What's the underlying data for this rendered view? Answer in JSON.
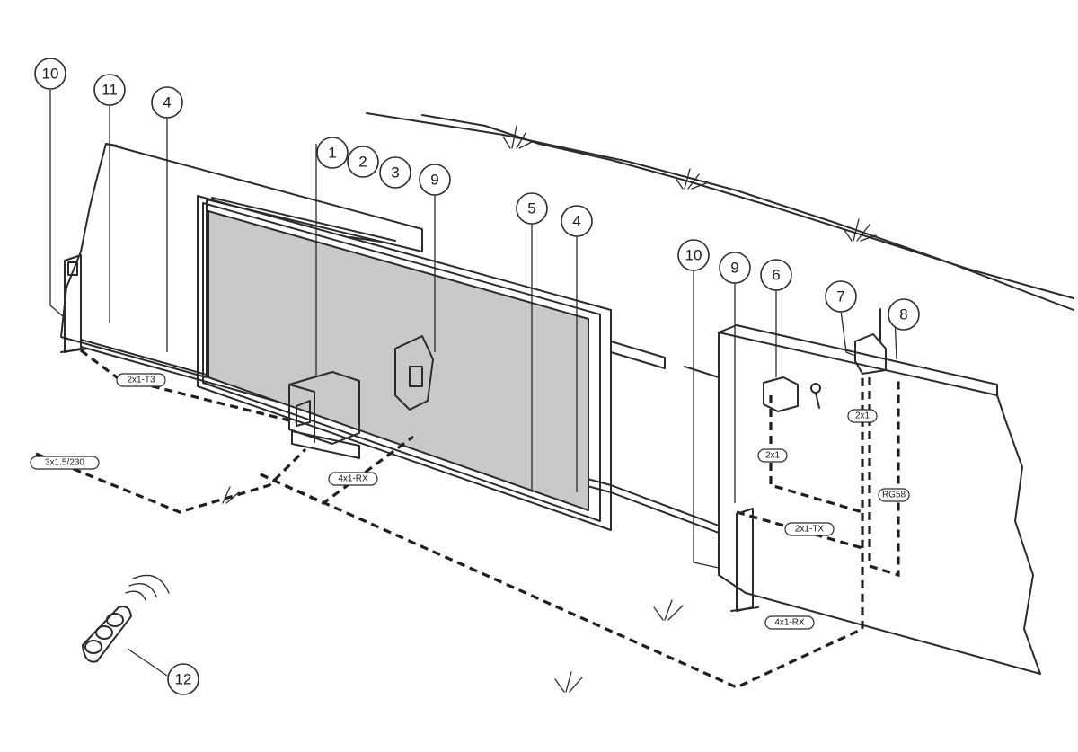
{
  "callouts": [
    {
      "id": "c10a",
      "label": "10"
    },
    {
      "id": "c11",
      "label": "11"
    },
    {
      "id": "c4a",
      "label": "4"
    },
    {
      "id": "c1",
      "label": "1"
    },
    {
      "id": "c2",
      "label": "2"
    },
    {
      "id": "c3",
      "label": "3"
    },
    {
      "id": "c9a",
      "label": "9"
    },
    {
      "id": "c5",
      "label": "5"
    },
    {
      "id": "c4b",
      "label": "4"
    },
    {
      "id": "c10b",
      "label": "10"
    },
    {
      "id": "c9b",
      "label": "9"
    },
    {
      "id": "c6",
      "label": "6"
    },
    {
      "id": "c7",
      "label": "7"
    },
    {
      "id": "c8",
      "label": "8"
    },
    {
      "id": "c12",
      "label": "12"
    }
  ],
  "cable_tags": [
    {
      "id": "t1",
      "label": "2x1-T3"
    },
    {
      "id": "t2",
      "label": "3x1.5/230"
    },
    {
      "id": "t3",
      "label": "4x1-RX"
    },
    {
      "id": "t4",
      "label": "2x1"
    },
    {
      "id": "t5",
      "label": "2x1"
    },
    {
      "id": "t6",
      "label": "RG58"
    },
    {
      "id": "t7",
      "label": "2x1-TX"
    },
    {
      "id": "t8",
      "label": "4x1-RX"
    }
  ],
  "colors": {
    "ink": "#2b2b2b",
    "gate_panel": "#c9c9c9",
    "background": "#ffffff"
  },
  "icons": [
    "photocell-post-icon",
    "motor-icon",
    "key-switch-icon",
    "flashing-lamp-icon",
    "remote-control-icon",
    "antenna-icon",
    "grass-tuft-icon"
  ]
}
